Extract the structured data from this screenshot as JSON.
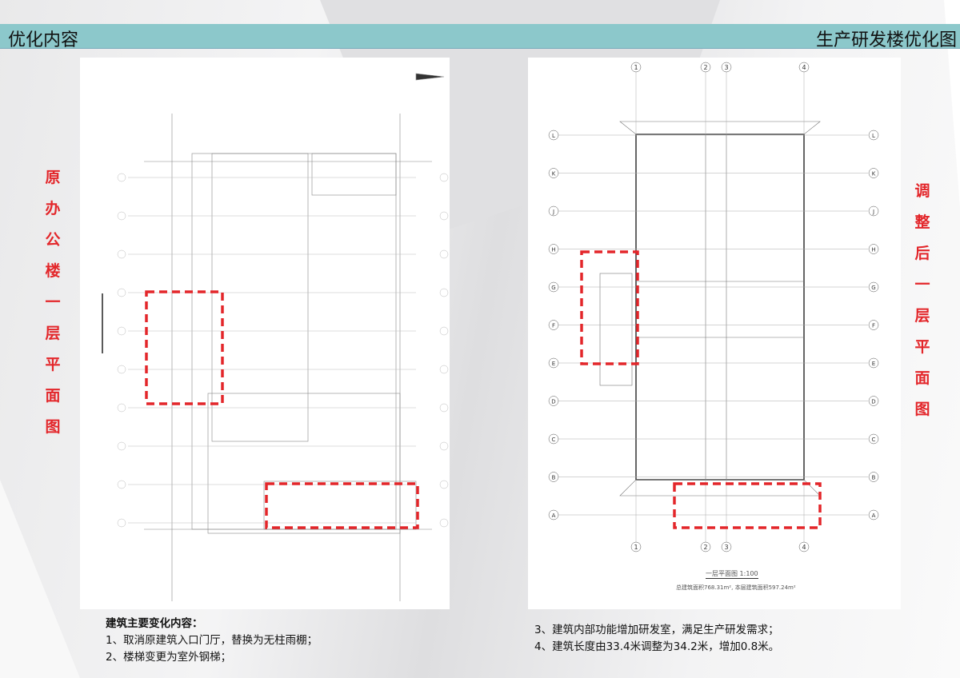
{
  "header": {
    "left_title": "优化内容",
    "right_title": "生产研发楼优化图"
  },
  "left_label": "原办公楼一层平面图",
  "right_label": "调整后一层平面图",
  "notes_left": {
    "title": "建筑主要变化内容：",
    "items": [
      "1、取消原建筑入口门厅，替换为无柱雨棚；",
      "2、楼梯变更为室外钢梯；"
    ]
  },
  "notes_right": {
    "items": [
      "3、建筑内部功能增加研发室，满足生产研发需求；",
      "4、建筑长度由33.4米调整为34.2米，增加0.8米。"
    ]
  },
  "right_plan": {
    "title": "一层平面图 1:100",
    "area": "总建筑面积768.31m², 本层建筑面积597.24m²",
    "axes_top": [
      "1",
      "2",
      "3",
      "4"
    ],
    "axes_side": [
      "A",
      "B",
      "C",
      "D",
      "E",
      "F",
      "G",
      "H",
      "J",
      "K",
      "L"
    ]
  },
  "colors": {
    "header": "#8cc8cb",
    "highlight": "#e3262a"
  }
}
